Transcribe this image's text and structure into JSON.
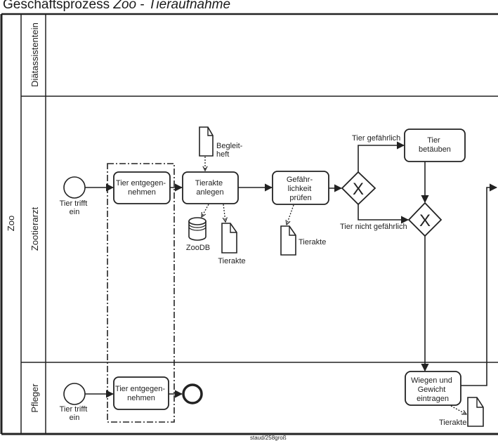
{
  "title": {
    "prefix": "Geschäftsprozess ",
    "pool_italic": "Zoo",
    "separator": " - ",
    "process_italic": "Tieraufnahme"
  },
  "pool": {
    "label": "Zoo"
  },
  "lanes": [
    {
      "label": "Diätassistentein"
    },
    {
      "label": "Zootierarzt"
    },
    {
      "label": "Pfleger"
    }
  ],
  "events": {
    "start_vet": [
      "Tier trifft",
      "ein"
    ],
    "start_keeper": [
      "Tier trifft",
      "ein"
    ]
  },
  "tasks": {
    "receive_vet": [
      "Tier entgegen-",
      "nehmen"
    ],
    "create_record": [
      "Tierakte",
      "anlegen"
    ],
    "check_danger": [
      "Gefähr-",
      "lichkeit",
      "prüfen"
    ],
    "sedate": [
      "Tier",
      "betäuben"
    ],
    "receive_keeper": [
      "Tier entgegen-",
      "nehmen"
    ],
    "weigh": [
      "Wiegen und",
      "Gewicht",
      "eintragen"
    ]
  },
  "data_objects": {
    "begleitheft": [
      "Begleit-",
      "heft"
    ],
    "zoodb": "ZooDB",
    "tierakte_1": "Tierakte",
    "tierakte_2": "Tierakte",
    "tierakte_3": "Tierakte"
  },
  "gateway_labels": {
    "dangerous": "Tier gefährlich",
    "not_dangerous": "Tier nicht gefährlich"
  },
  "gateway_marker": "X",
  "footer": "staud/258groß"
}
